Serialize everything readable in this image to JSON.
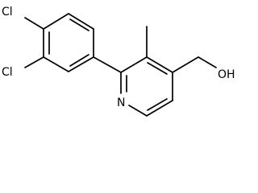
{
  "structure": {
    "labels": {
      "cl_top": "Cl",
      "cl_bottom": "Cl",
      "nitrogen": "N",
      "hydroxyl": "OH"
    }
  },
  "colors": {
    "stroke": "#000000",
    "background": "#ffffff"
  }
}
